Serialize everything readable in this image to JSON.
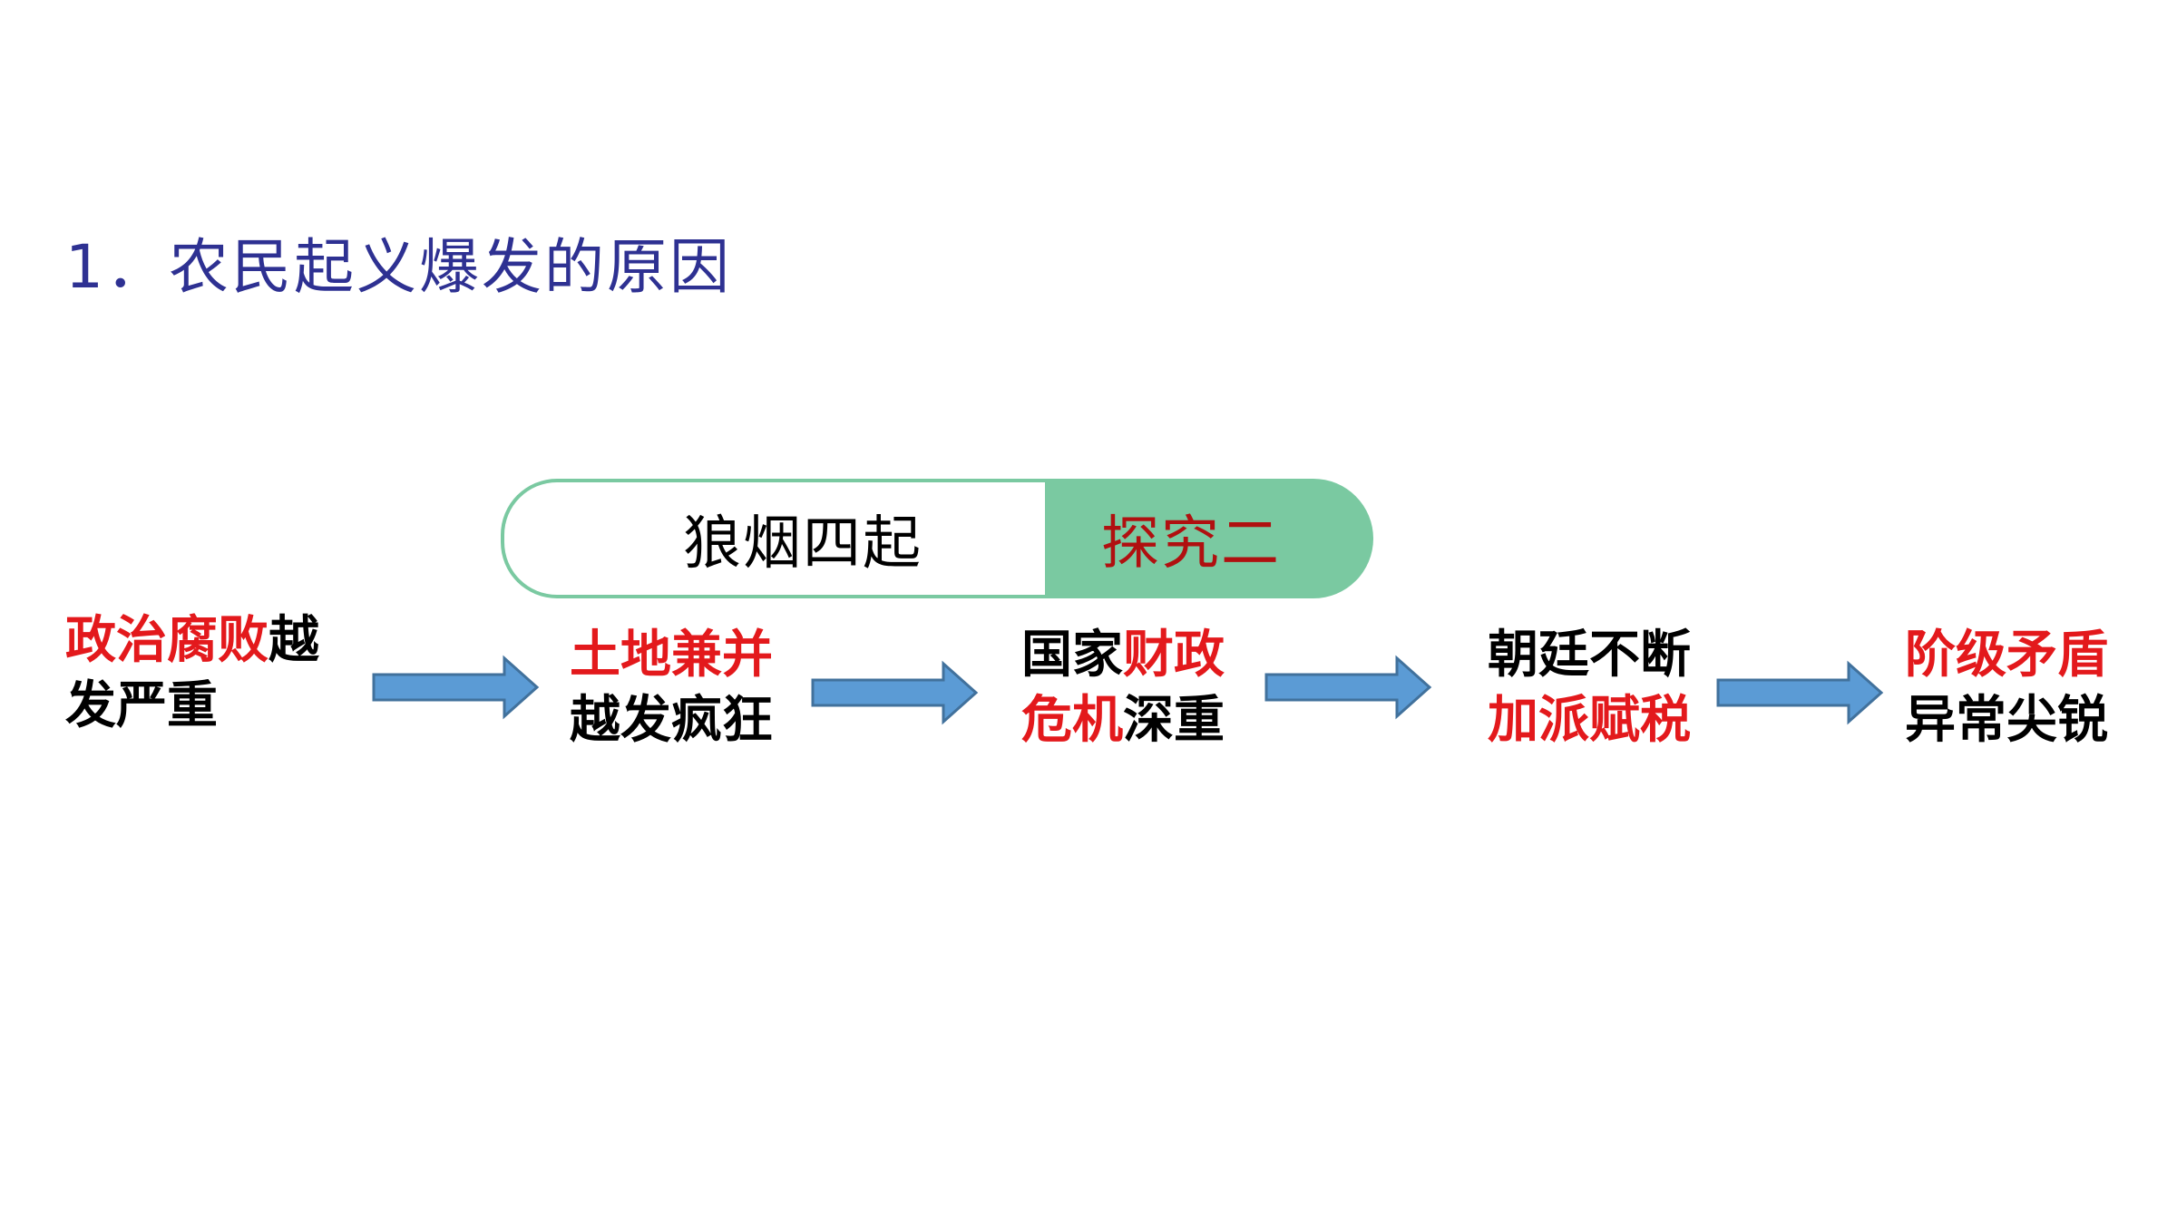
{
  "heading": "1．农民起义爆发的原因",
  "banner": {
    "left_label": "狼烟四起",
    "right_label": "探究二"
  },
  "colors": {
    "heading": "#2e3192",
    "banner_green": "#7ac9a1",
    "banner_red_text": "#b01010",
    "highlight_red": "#e3191c",
    "arrow_fill": "#5b9bd5",
    "arrow_stroke": "#41719c"
  },
  "flow": [
    {
      "lines": [
        [
          {
            "text": "政治腐败",
            "highlight": true
          },
          {
            "text": "越",
            "highlight": false
          }
        ],
        [
          {
            "text": "发严重",
            "highlight": false
          }
        ]
      ]
    },
    {
      "lines": [
        [
          {
            "text": "土地兼并",
            "highlight": true
          }
        ],
        [
          {
            "text": "越发疯狂",
            "highlight": false
          }
        ]
      ]
    },
    {
      "lines": [
        [
          {
            "text": "国家",
            "highlight": false
          },
          {
            "text": "财政",
            "highlight": true
          }
        ],
        [
          {
            "text": "危机",
            "highlight": true
          },
          {
            "text": "深重",
            "highlight": false
          }
        ]
      ]
    },
    {
      "lines": [
        [
          {
            "text": "朝廷不断",
            "highlight": false
          }
        ],
        [
          {
            "text": "加派赋税",
            "highlight": true
          }
        ]
      ]
    },
    {
      "lines": [
        [
          {
            "text": "阶级矛盾",
            "highlight": true
          }
        ],
        [
          {
            "text": "异常尖锐",
            "highlight": false
          }
        ]
      ]
    }
  ],
  "arrows": [
    {
      "icon": "right-arrow-icon"
    },
    {
      "icon": "right-arrow-icon"
    },
    {
      "icon": "right-arrow-icon"
    },
    {
      "icon": "right-arrow-icon"
    }
  ]
}
